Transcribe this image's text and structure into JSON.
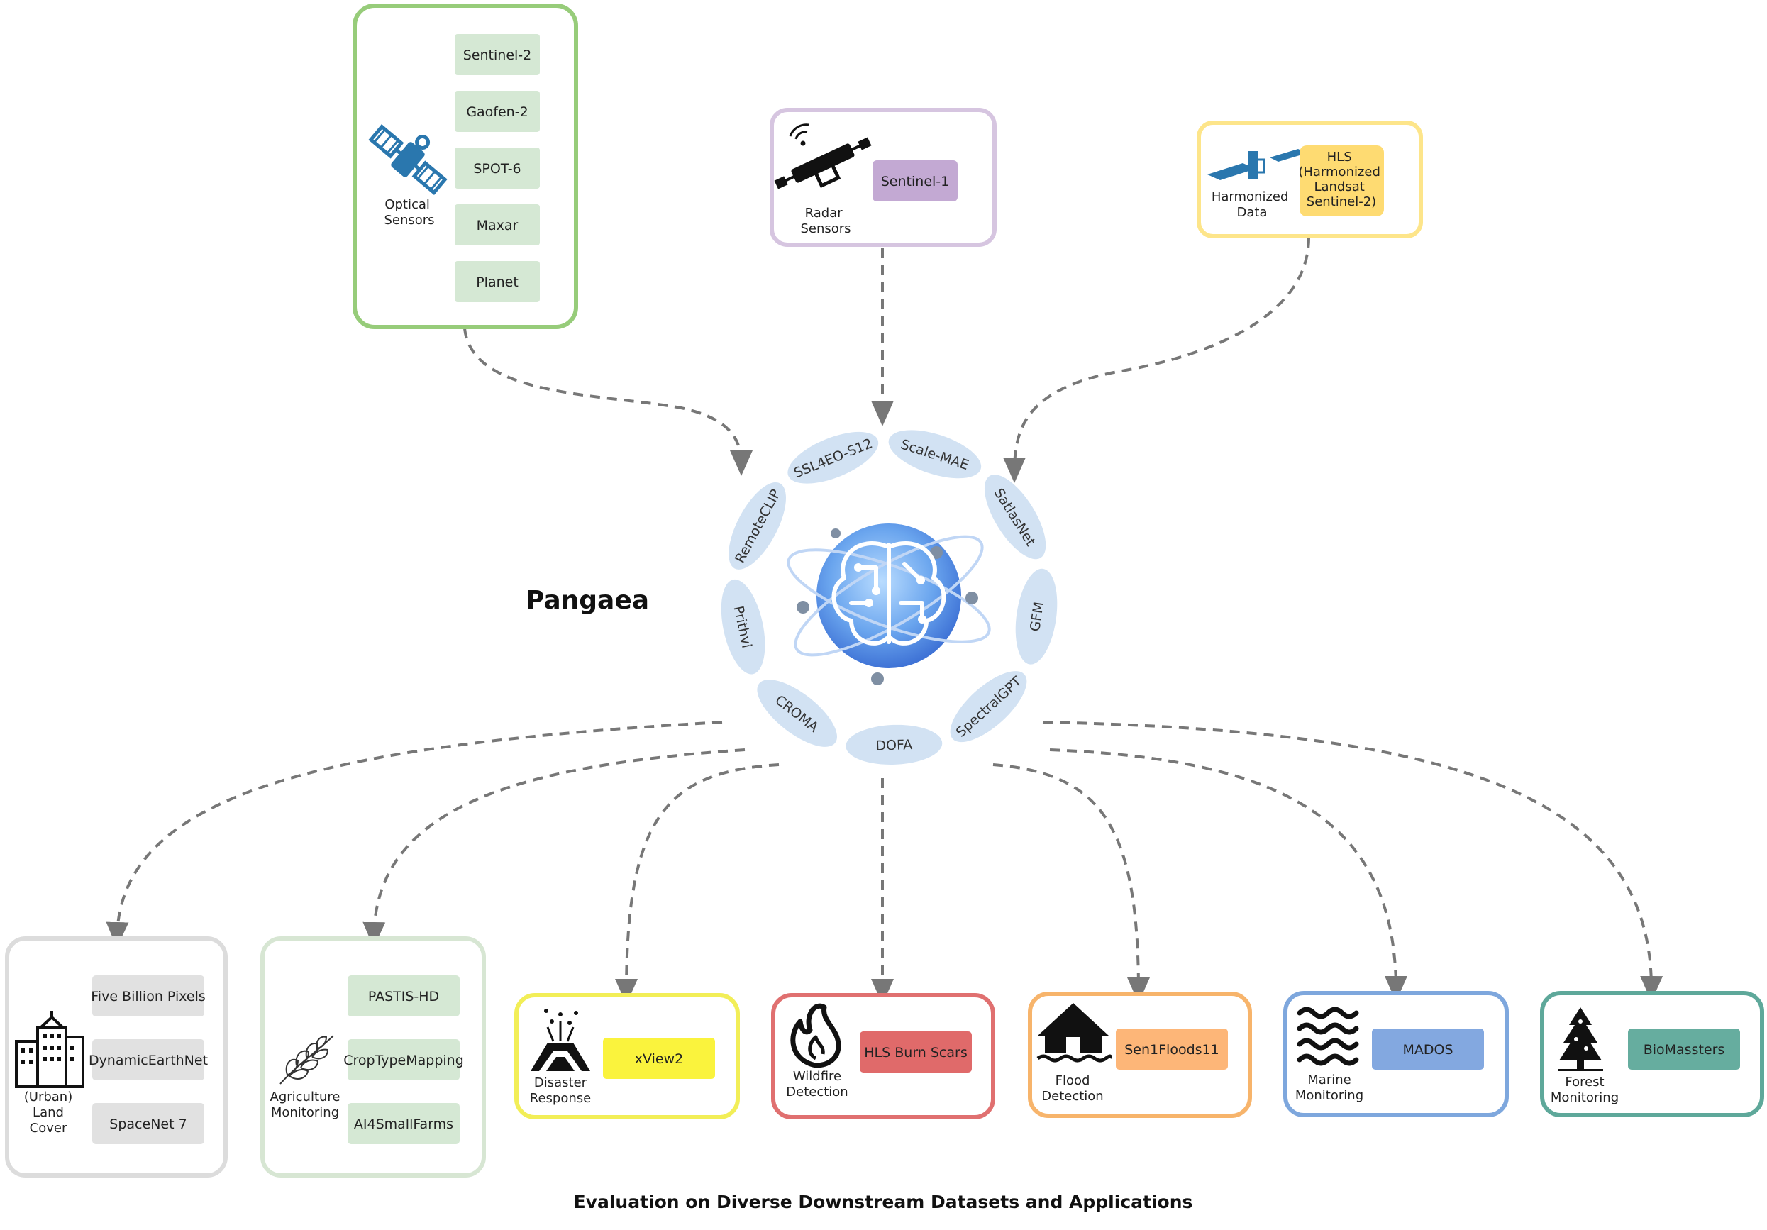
{
  "title": "Pangaea",
  "caption": "Evaluation on Diverse Downstream Datasets and Applications",
  "colors": {
    "green": "#97cc7a",
    "green_fill": "#d5e8d4",
    "purple": "#d6c5e0",
    "purple_fill": "#c3a9d3",
    "yellow": "#fde58a",
    "yellow_fill": "#fedb72",
    "gray": "#dcdcdc",
    "gray_fill": "#e1e1e1",
    "lightgreen": "#d7e6d3",
    "disaster": "#f2ee57",
    "disaster_fill": "#faf33d",
    "wildfire": "#e07070",
    "wildfire_fill": "#e06a6a",
    "flood": "#f7b46b",
    "flood_fill": "#fdb678",
    "marine": "#7ea7dd",
    "marine_fill": "#83a8e0",
    "forest": "#5ea89a",
    "forest_fill": "#66ad9f",
    "model_fill": "#d2e2f3",
    "arrow": "#777777",
    "icon_blue": "#2a77ae"
  },
  "inputs": {
    "optical": {
      "label_lines": [
        "Optical",
        "Sensors"
      ],
      "icon": "satellite-icon",
      "datasets": [
        "Sentinel-2",
        "Gaofen-2",
        "SPOT-6",
        "Maxar",
        "Planet"
      ]
    },
    "radar": {
      "label_lines": [
        "Radar",
        "Sensors"
      ],
      "icon": "radar-satellite-icon",
      "datasets": [
        "Sentinel-1"
      ]
    },
    "harmonized": {
      "label_lines": [
        "Harmonized",
        "Data"
      ],
      "icon": "harmonized-data-icon",
      "dataset_lines": [
        "HLS",
        "(Harmonized",
        "Landsat",
        "Sentinel-2)"
      ]
    }
  },
  "models": [
    "Scale-MAE",
    "SatlasNet",
    "GFM",
    "SpectralGPT",
    "DOFA",
    "CROMA",
    "Prithvi",
    "RemoteCLIP",
    "SSL4EO-S12"
  ],
  "applications": [
    {
      "key": "urban",
      "label_lines": [
        "(Urban)",
        "Land",
        "Cover"
      ],
      "icon": "buildings-icon",
      "datasets": [
        "Five Billion Pixels",
        "DynamicEarthNet",
        "SpaceNet 7"
      ]
    },
    {
      "key": "agriculture",
      "label_lines": [
        "Agriculture",
        "Monitoring"
      ],
      "icon": "leaf-icon",
      "datasets": [
        "PASTIS-HD",
        "CropTypeMapping",
        "AI4SmallFarms"
      ]
    },
    {
      "key": "disaster",
      "label_lines": [
        "Disaster",
        "Response"
      ],
      "icon": "volcano-icon",
      "datasets": [
        "xView2"
      ]
    },
    {
      "key": "wildfire",
      "label_lines": [
        "Wildfire",
        "Detection"
      ],
      "icon": "fire-icon",
      "datasets": [
        "HLS Burn Scars"
      ]
    },
    {
      "key": "flood",
      "label_lines": [
        "Flood",
        "Detection"
      ],
      "icon": "flooded-house-icon",
      "datasets": [
        "Sen1Floods11"
      ]
    },
    {
      "key": "marine",
      "label_lines": [
        "Marine",
        "Monitoring"
      ],
      "icon": "waves-icon",
      "datasets": [
        "MADOS"
      ]
    },
    {
      "key": "forest",
      "label_lines": [
        "Forest",
        "Monitoring"
      ],
      "icon": "pine-tree-icon",
      "datasets": [
        "BioMassters"
      ]
    }
  ]
}
